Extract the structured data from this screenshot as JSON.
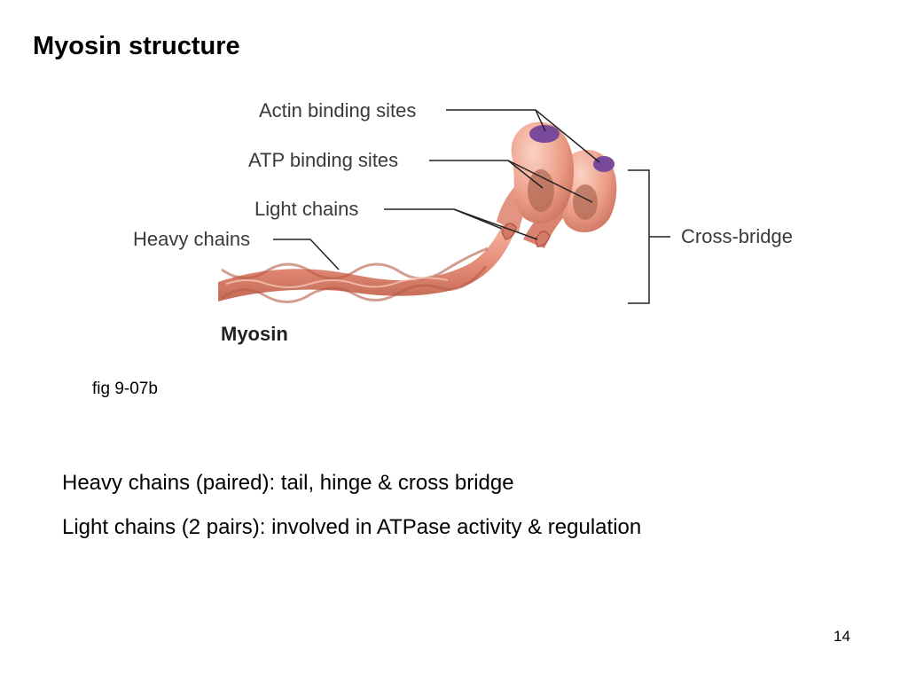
{
  "slide": {
    "title": "Myosin structure",
    "caption": "fig 9-07b",
    "bullets": [
      "Heavy chains (paired): tail, hinge & cross bridge",
      "Light chains (2 pairs): involved in ATPase activity & regulation"
    ],
    "page_number": "14"
  },
  "diagram": {
    "labels": {
      "actin_binding_sites": "Actin binding sites",
      "atp_binding_sites": "ATP binding sites",
      "light_chains": "Light chains",
      "heavy_chains": "Heavy chains",
      "cross_bridge": "Cross-bridge",
      "myosin": "Myosin"
    },
    "colors": {
      "muscle_fill": "#e8907c",
      "muscle_light": "#f4b6a4",
      "muscle_dark": "#c0614e",
      "atp_site": "#b06a55",
      "actin_site": "#7a4a9a",
      "leader_line": "#222222"
    }
  }
}
